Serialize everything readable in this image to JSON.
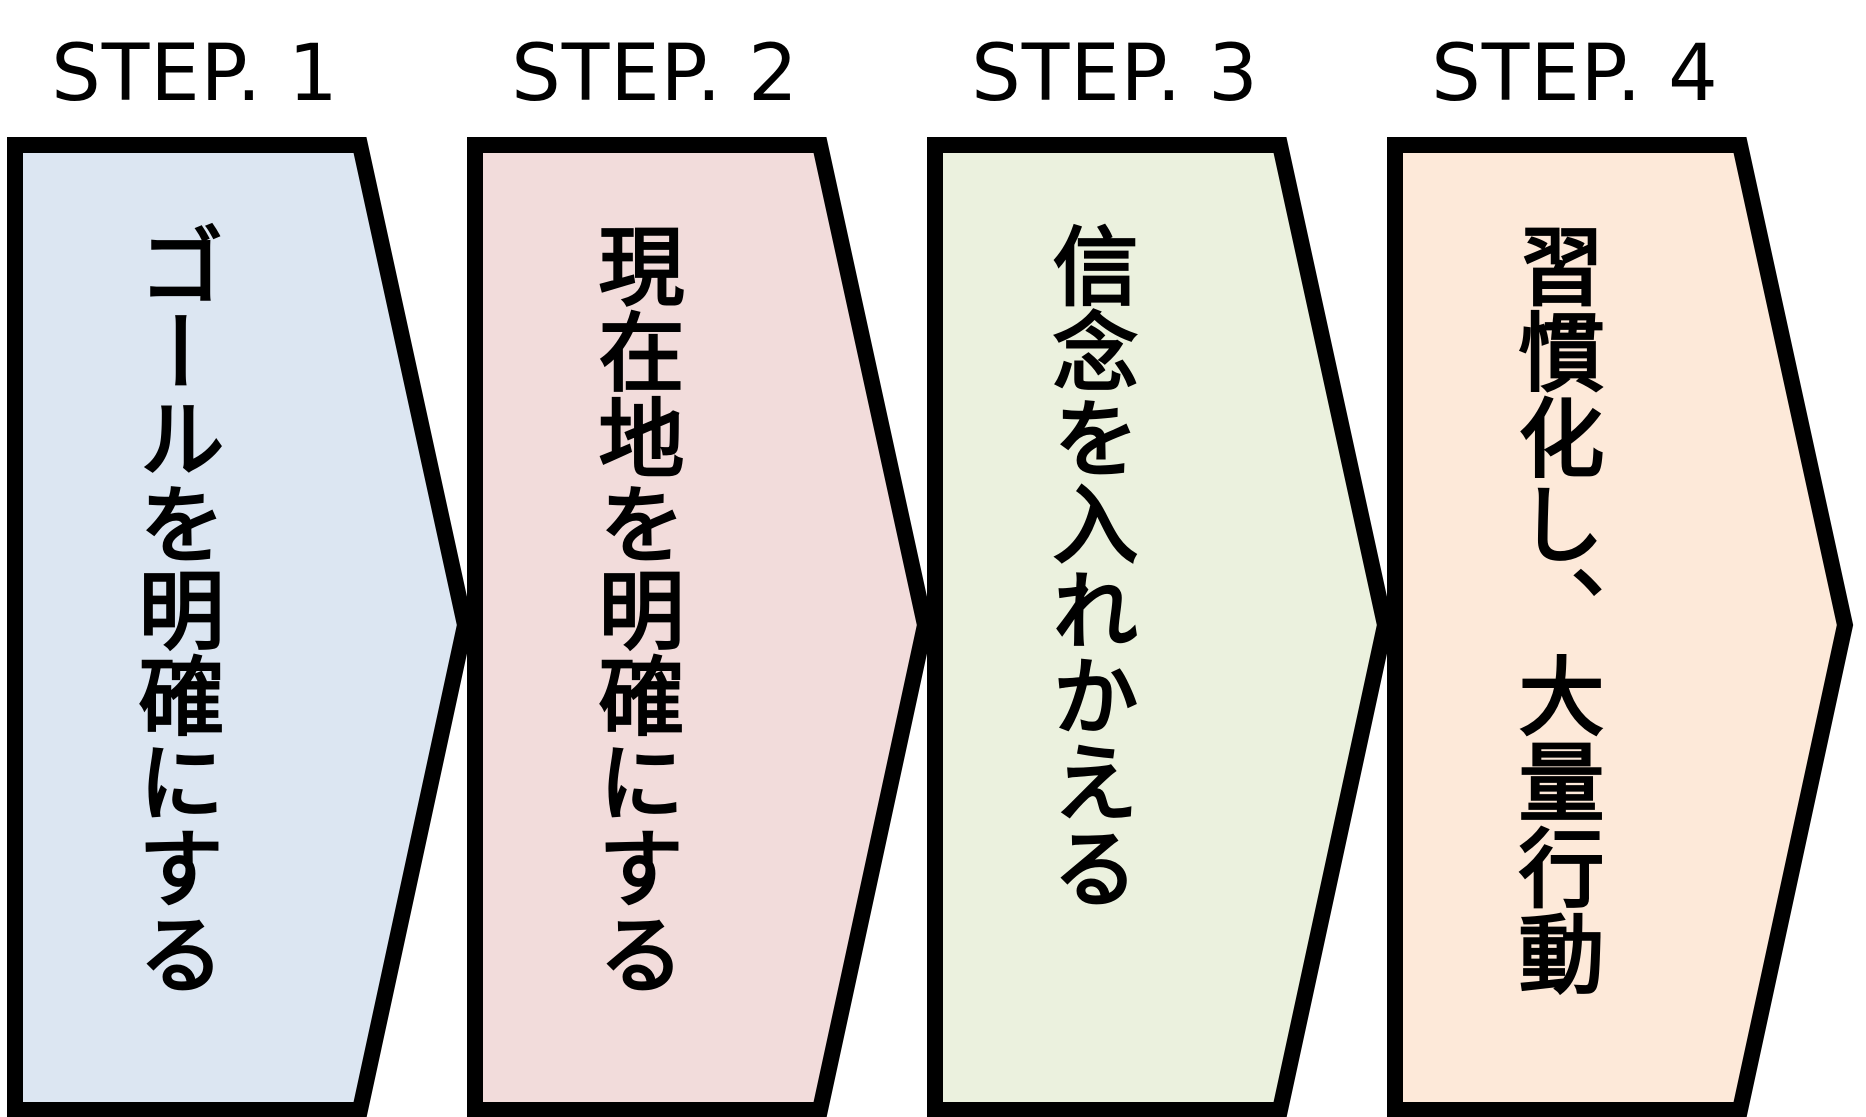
{
  "steps": [
    {
      "label": "STEP. 1",
      "text": "ゴールを明確にする",
      "fill": "#dce6f2"
    },
    {
      "label": "STEP. 2",
      "text": "現在地を明確にする",
      "fill": "#f2dcdb"
    },
    {
      "label": "STEP. 3",
      "text": "信念を入れかえる",
      "fill": "#ebf1de"
    },
    {
      "label": "STEP. 4",
      "text": "習慣化し、大量行動",
      "fill": "#fde9d9"
    }
  ],
  "colors": {
    "border": "#000000",
    "text": "#000000",
    "background": "#ffffff"
  }
}
